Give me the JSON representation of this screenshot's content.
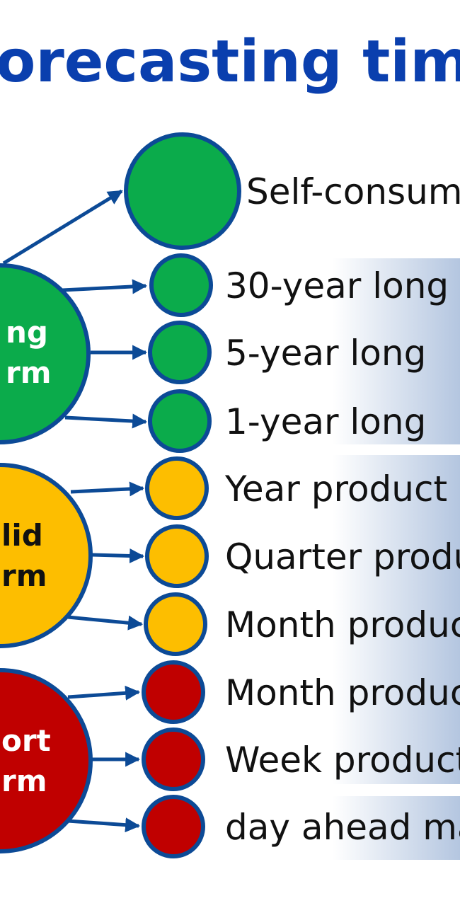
{
  "title": "orecasting time",
  "self_consumption": "Self-consum",
  "groups": {
    "long": {
      "line1": "ng",
      "line2": "rm",
      "color": "#0bab4b",
      "text_color": "#ffffff"
    },
    "mid": {
      "line1": "lid",
      "line2": "rm",
      "color": "#fdbe00",
      "text_color": "#111111"
    },
    "short": {
      "line1": "ort",
      "line2": "rm",
      "color": "#c00000",
      "text_color": "#ffffff"
    }
  },
  "items": [
    {
      "label": "30-year long"
    },
    {
      "label": "5-year long"
    },
    {
      "label": "1-year long"
    },
    {
      "label": "Year product"
    },
    {
      "label": "Quarter produ"
    },
    {
      "label": "Month produc"
    },
    {
      "label": "Month produc"
    },
    {
      "label": "Week product"
    },
    {
      "label": "day ahead ma"
    }
  ],
  "colors": {
    "stroke": "#0c4a96",
    "band": "#b4c6e0",
    "title": "#0a3fae"
  }
}
